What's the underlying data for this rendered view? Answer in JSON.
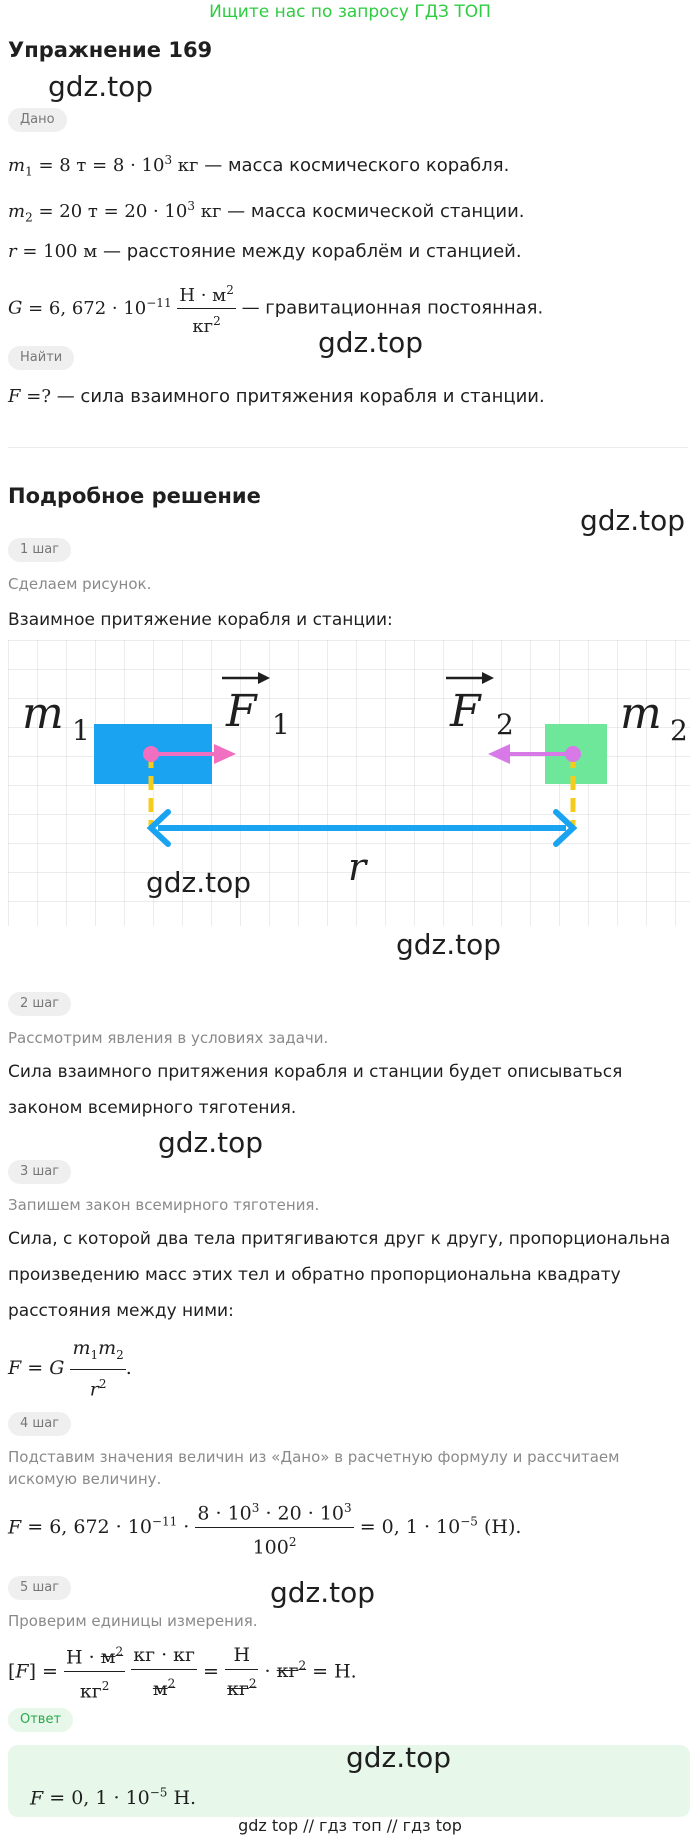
{
  "banner": "Ищите нас по запросу ГДЗ ТОП",
  "title": "Упражнение 169",
  "watermark": "gdz.top",
  "given": {
    "chip": "Дано",
    "m1_text": "— масса космического корабля.",
    "m2_text": "— масса космической станции.",
    "r_text": "— расстояние между кораблём и станцией.",
    "G_text": "— гравитационная постоянная."
  },
  "find": {
    "chip": "Найти",
    "text": "— сила взаимного притяжения корабля и станции."
  },
  "solution_title": "Подробное решение",
  "steps": [
    {
      "chip": "1 шаг",
      "subtitle": "Сделаем рисунок.",
      "text": "Взаимное притяжение корабля и станции:"
    },
    {
      "chip": "2 шаг",
      "subtitle": "Рассмотрим явления в условиях задачи.",
      "text": "Сила взаимного притяжения корабля и станции будет описываться законом всемирного тяготения."
    },
    {
      "chip": "3 шаг",
      "subtitle": "Запишем закон всемирного тяготения.",
      "text": "Сила, с которой два тела притягиваются друг к другу, пропорциональна произведению масс этих тел и обратно пропорциональна квадрату расстояния между ними:"
    },
    {
      "chip": "4 шаг",
      "subtitle": "Подставим значения величин из «Дано» в расчетную формулу и рассчитаем искомую величину."
    },
    {
      "chip": "5 шаг",
      "subtitle": "Проверим единицы измерения."
    }
  ],
  "answer_chip": "Ответ",
  "drawing_labels": {
    "m1": "m",
    "m1_sub": "1",
    "m2": "m",
    "m2_sub": "2",
    "F1": "F",
    "F1_sub": "1",
    "F2": "F",
    "F2_sub": "2",
    "r": "r"
  },
  "colors": {
    "ship": "#1aa3f0",
    "station": "#6ee79a",
    "arrow_pink": "#f06fc0",
    "arrow_violet": "#d77ae8",
    "distance": "#1aa3f0",
    "dash": "#f5cc1c",
    "accent_green": "#2ecc40"
  },
  "footer": "gdz top  //  гдз топ  //  гдз top"
}
